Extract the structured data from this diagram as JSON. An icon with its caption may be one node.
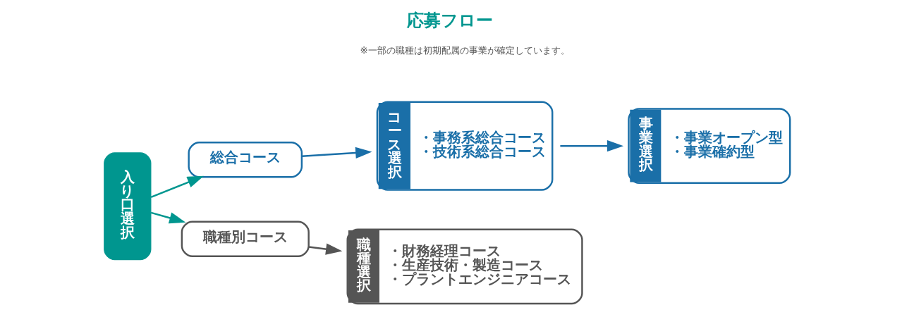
{
  "diagram": {
    "title": "応募フロー",
    "nodes": [
      {
        "text": [
          "入り口選択"
        ]
      },
      {
        "text": [
          "総合コース"
        ]
      },
      {
        "text": [
          "職種別コース"
        ]
      },
      {
        "text": [
          "コース選択",
          "・事務系総合コース",
          "・技術系総合コース"
        ]
      },
      {
        "text": [
          "事業選択",
          "・事業オープン型",
          "・事業確約型"
        ]
      },
      {
        "text": [
          "職種選択",
          "・財務経理コース",
          "・生産技術・製造コース",
          "・プラントエンジニアコース"
        ]
      }
    ],
    "edges": [
      {
        "from": 0,
        "to": 1,
        "arrow": "to",
        "color": "#00968f"
      },
      {
        "from": 0,
        "to": 2,
        "arrow": "to",
        "color": "#00968f"
      },
      {
        "from": 1,
        "to": 3,
        "arrow": "to",
        "color": "#1a6fa8"
      },
      {
        "from": 3,
        "to": 4,
        "arrow": "to",
        "color": "#1a6fa8"
      },
      {
        "from": 2,
        "to": 5,
        "arrow": "to",
        "color": "#555555"
      }
    ],
    "labels": [
      "※一部の職種は初期配属の事業が確定しています。"
    ]
  }
}
